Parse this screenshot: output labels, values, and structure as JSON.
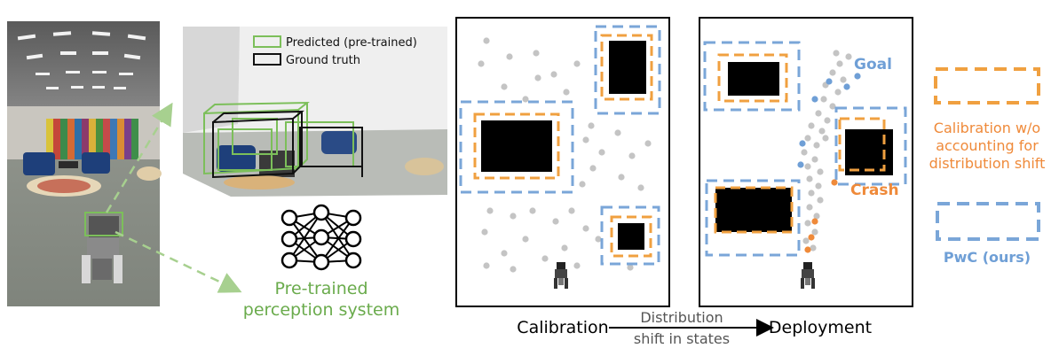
{
  "photo_panel": {
    "perception_label_line1": "Pre-trained",
    "perception_label_line2": "perception system"
  },
  "point_cloud_panel": {
    "legend": {
      "predicted": "Predicted (pre-trained)",
      "ground_truth": "Ground truth"
    }
  },
  "calibration_panel": {
    "caption": "Calibration"
  },
  "deployment_panel": {
    "caption": "Deployment",
    "goal_label": "Goal",
    "crash_label": "Crash"
  },
  "shift_arrow": {
    "line1": "Distribution",
    "line2": "shift in states"
  },
  "right_legend": {
    "orange_line1": "Calibration w/o",
    "orange_line2": "accounting for",
    "orange_line3": "distribution shift",
    "blue_label": "PwC (ours)"
  },
  "colors": {
    "predicted_green": "#7cbf5a",
    "perception_text_green": "#6aab4c",
    "bbox_blue": "#7aa6d8",
    "bbox_orange": "#f0a040",
    "goal_blue": "#6f9fd6",
    "crash_orange": "#ef8a3a",
    "state_gray": "#c4c4c4",
    "obstacle_black": "#000000"
  }
}
